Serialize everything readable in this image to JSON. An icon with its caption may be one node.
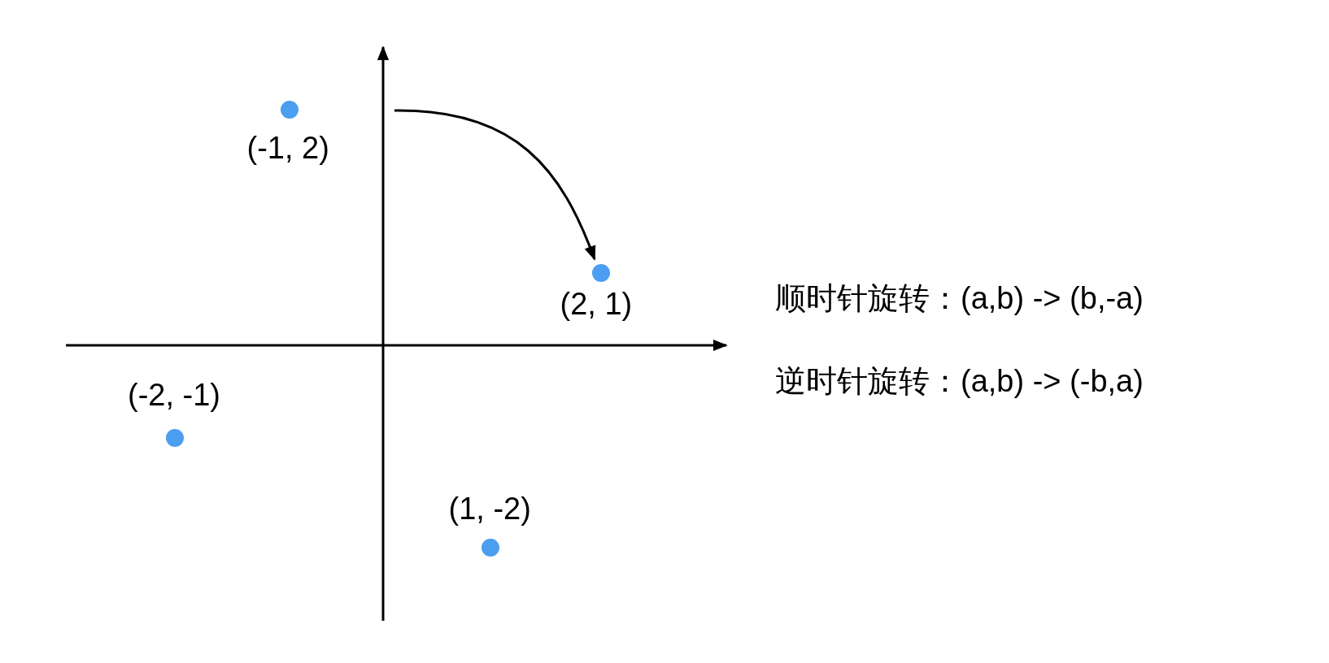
{
  "diagram": {
    "nodes": [
      {
        "text": [],
        "shape": "circle",
        "beside": [
          "(-1, 2)"
        ]
      },
      {
        "text": [],
        "shape": "circle",
        "beside": [
          "(2, 1)"
        ]
      },
      {
        "text": [],
        "shape": "circle",
        "beside": [
          "(-2, -1)"
        ]
      },
      {
        "text": [],
        "shape": "circle",
        "beside": [
          "(1, -2)"
        ]
      }
    ],
    "edges": [
      {
        "from": null,
        "to": 1,
        "arrow": "to"
      }
    ],
    "labels": [
      "顺时针旋转：(a,b) -> (b,-a)",
      "逆时针旋转：(a,b) -> (-b,a)"
    ]
  }
}
